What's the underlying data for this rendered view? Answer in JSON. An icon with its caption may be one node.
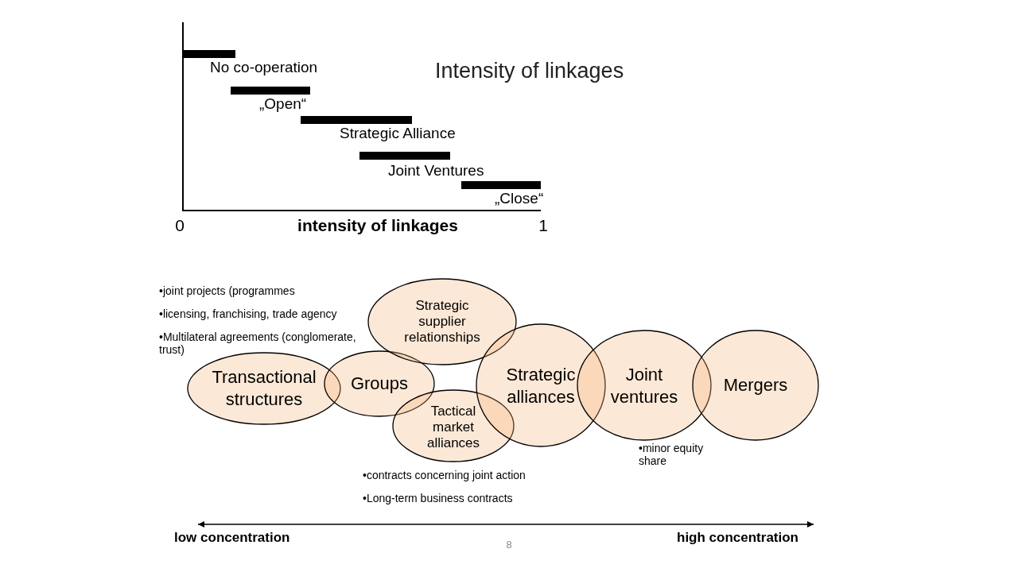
{
  "diagram": {
    "title": "Intensity of linkages",
    "nodes": [
      {
        "text": [
          "Transactional structures"
        ]
      },
      {
        "text": [
          "Groups"
        ]
      },
      {
        "text": [
          "Strategic supplier relationships"
        ]
      },
      {
        "text": [
          "Tactical market alliances"
        ]
      },
      {
        "text": [
          "Strategic alliances"
        ]
      },
      {
        "text": [
          "Joint ventures"
        ]
      },
      {
        "text": [
          "Mergers"
        ]
      }
    ],
    "labels": [
      "No co-operation",
      "„Open“",
      "Strategic Alliance",
      "Joint Ventures",
      "„Close“",
      "0",
      "intensity of linkages",
      "1",
      "•joint projects (programmes",
      "•licensing, franchising, trade agency",
      "•Multilateral agreements (conglomerate, trust)",
      "•minor equity share",
      "•contracts concerning joint action",
      "•Long-term business contracts",
      "low concentration",
      "8",
      "high concentration"
    ]
  }
}
